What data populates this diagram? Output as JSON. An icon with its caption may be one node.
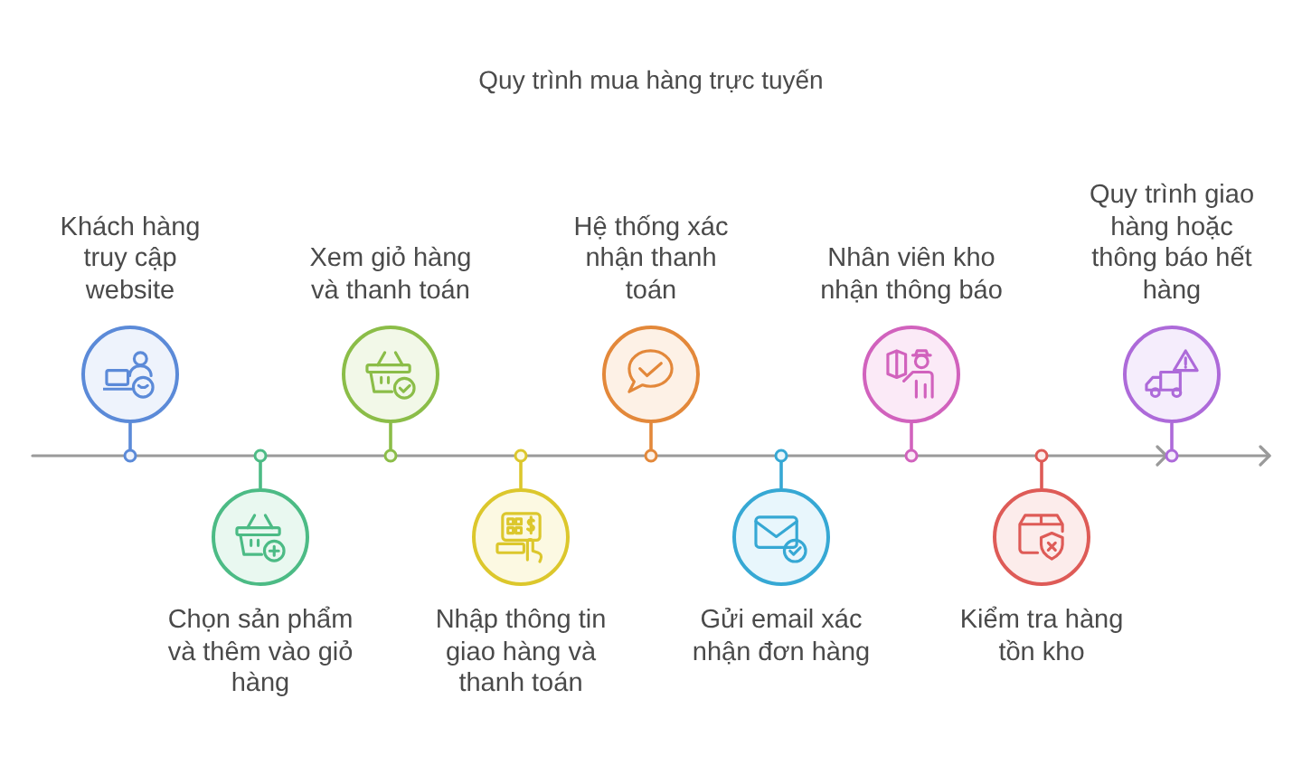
{
  "diagram": {
    "title": "Quy trình mua hàng trực tuyến",
    "nodes": [
      {
        "text": [
          "Khách hàng truy cập website"
        ]
      },
      {
        "text": [
          "Chọn sản phẩm và thêm vào giỏ hàng"
        ]
      },
      {
        "text": [
          "Xem giỏ hàng và thanh toán"
        ]
      },
      {
        "text": [
          "Nhập thông tin giao hàng và thanh toán"
        ]
      },
      {
        "text": [
          "Hệ thống xác nhận thanh toán"
        ]
      },
      {
        "text": [
          "Gửi email xác nhận đơn hàng"
        ]
      },
      {
        "text": [
          "Nhân viên kho nhận thông báo"
        ]
      },
      {
        "text": [
          "Kiểm tra hàng tồn kho"
        ]
      },
      {
        "text": [
          "Quy trình giao hàng hoặc thông báo hết hàng"
        ]
      }
    ]
  }
}
